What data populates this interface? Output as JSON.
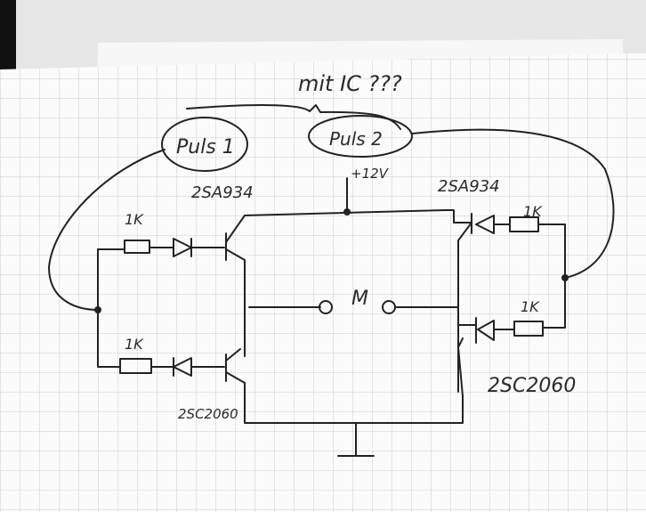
{
  "title_note": "mit IC ???",
  "inputs": {
    "pulse1": "Puls 1",
    "pulse2": "Puls 2"
  },
  "supply": "+12V",
  "motor": "M",
  "transistors": {
    "top_left": "2SA934",
    "top_right": "2SA934",
    "bottom_left": "2SC2060",
    "bottom_right": "2SC2060"
  },
  "resistors": {
    "r1": "1K",
    "r2": "1K",
    "r3": "1K",
    "r4": "1K"
  },
  "colors": {
    "paper": "#fbfbfb",
    "grid": "#c9ccd4",
    "ink": "#222222"
  }
}
